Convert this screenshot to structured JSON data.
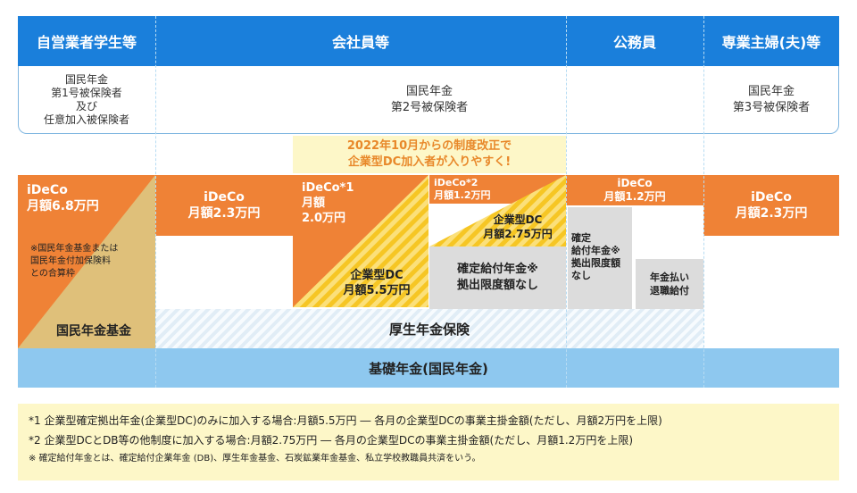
{
  "headers": {
    "self_employed": "自営業者学生等",
    "employee": "会社員等",
    "civil_servant": "公務員",
    "homemaker": "専業主婦(夫)等"
  },
  "insured": {
    "type1": "国民年金\n第1号被保険者\n及び\n任意加入被保険者",
    "type2": "国民年金\n第2号被保険者",
    "type3": "国民年金\n第3号被保険者"
  },
  "reform_note": "2022年10月からの制度改正で\n企業型DC加入者が入りやすく!",
  "ideco_self": "iDeCo\n月額6.8万円",
  "ideco_self_note": "※国民年金基金または\n国民年金付加保険料\nとの合算枠",
  "national_pension_fund": "国民年金基金",
  "ideco_employee": "iDeCo\n月額2.3万円",
  "ideco_dc_only": "iDeCo*1\n月額\n2.0万円",
  "corp_dc_55": "企業型DC\n月額5.5万円",
  "ideco_dc_db": "iDeCo*2\n月額1.2万円",
  "corp_dc_275": "企業型DC\n月額2.75万円",
  "db_no_limit": "確定給付年金※\n拠出限度額なし",
  "ideco_civil": "iDeCo\n月額1.2万円",
  "db_civil": "確定\n給付年金※\n拠出限度額\nなし",
  "annuity_retirement": "年金払い\n退職給付",
  "ideco_homemaker": "iDeCo\n月額2.3万円",
  "employee_pension": "厚生年金保険",
  "basic_pension": "基礎年金(国民年金)",
  "footnotes": {
    "note1": "*1 企業型確定拠出年金(企業型DC)のみに加入する場合:月額5.5万円 ― 各月の企業型DCの事業主掛金額(ただし、月額2万円を上限)",
    "note2": "*2 企業型DCとDB等の他制度に加入する場合:月額2.75万円 ― 各月の企業型DCの事業主掛金額(ただし、月額1.2万円を上限)",
    "note3": "※ 確定給付年金とは、確定給付企業年金 (DB)、厚生年金基金、石炭鉱業年金基金、私立学校教職員共済をいう。"
  },
  "colors": {
    "header_blue": "#1a7fdb",
    "orange": "#ef8236",
    "tan": "#dfc07a",
    "gold": "#f6c624",
    "gray": "#dcdcdc",
    "light_blue": "#8ec8ef",
    "note_yellow": "#fdf7c8"
  }
}
